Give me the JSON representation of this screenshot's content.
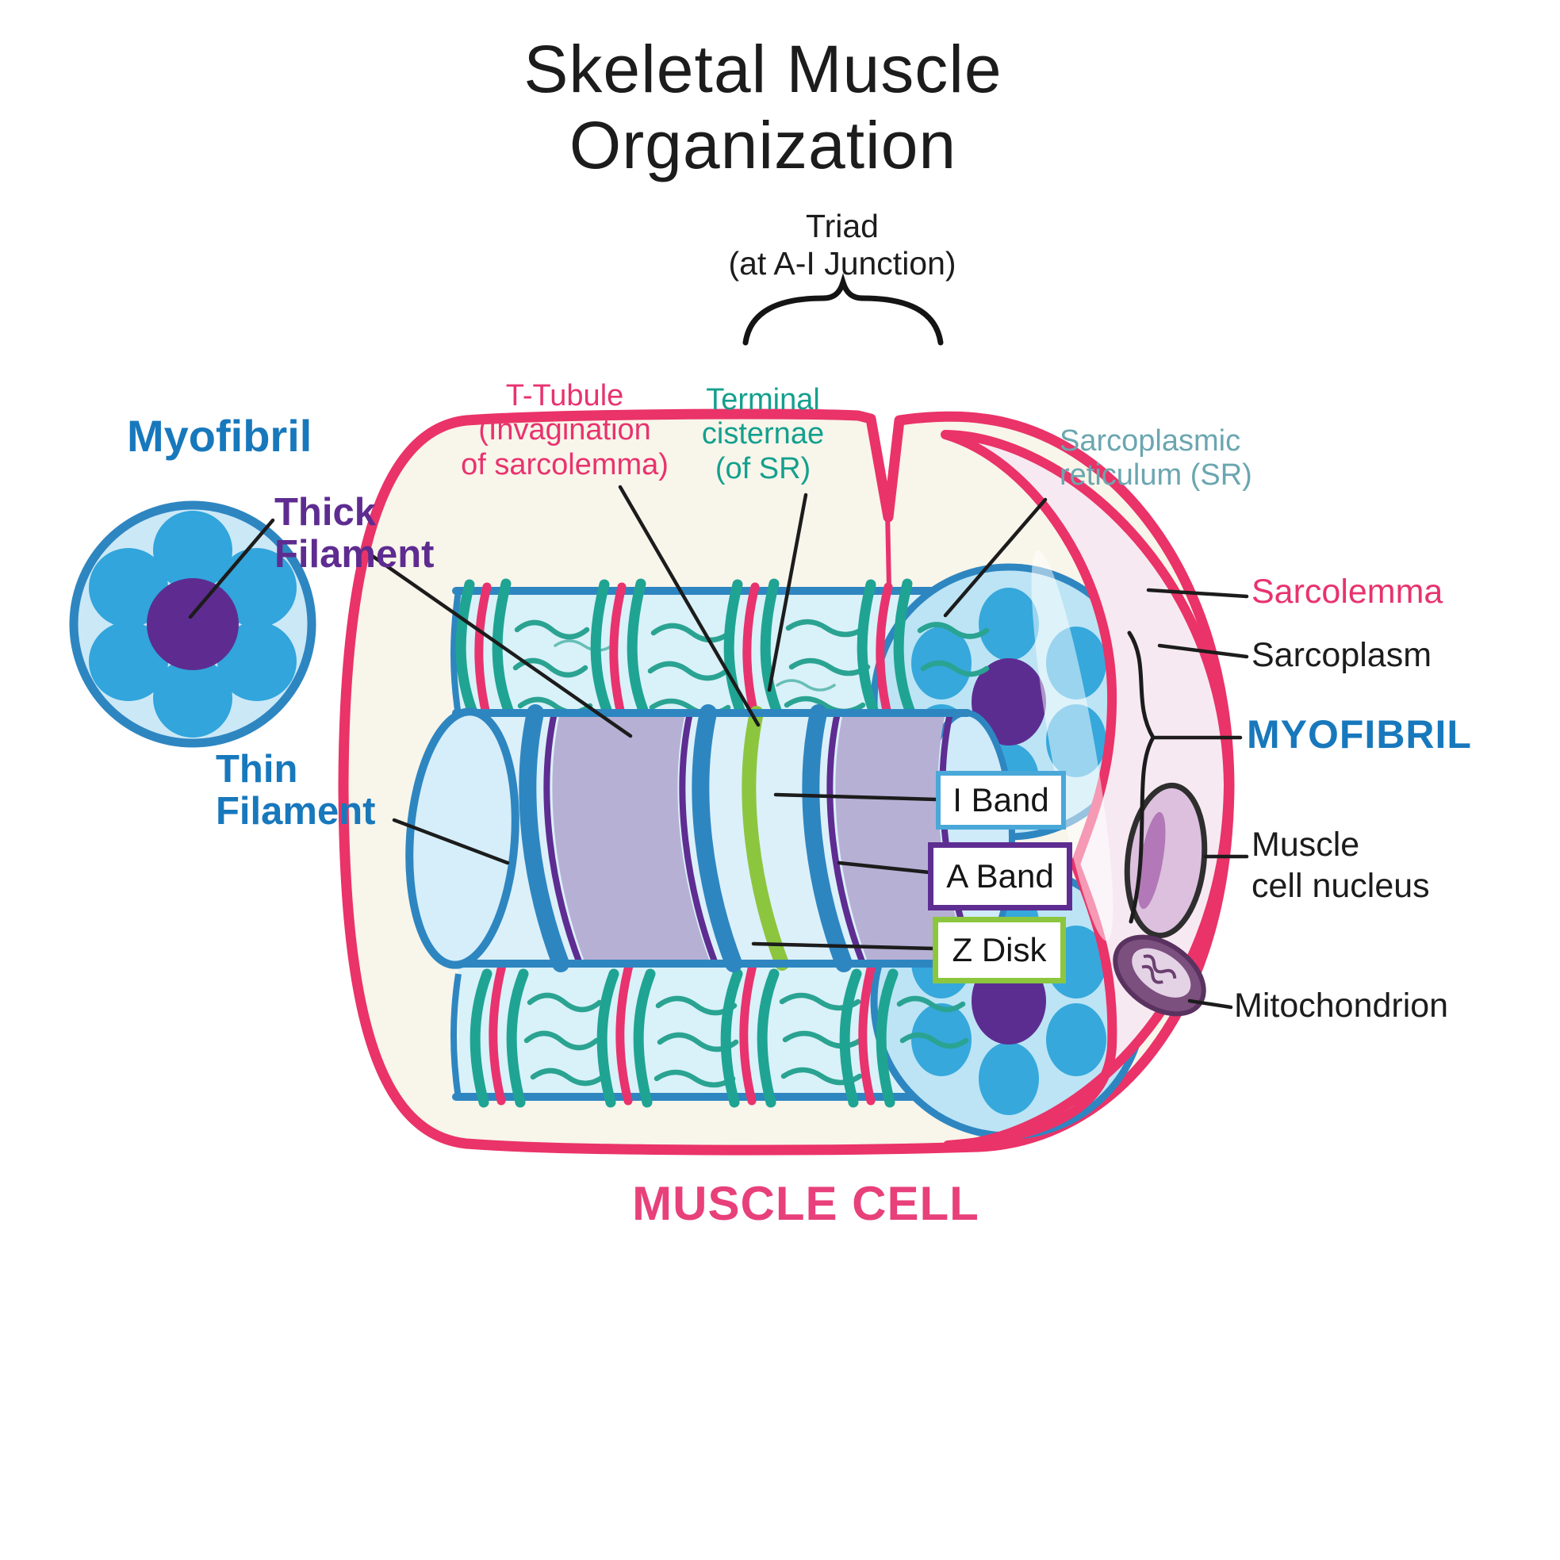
{
  "title": "Skeletal Muscle Organization",
  "triad": {
    "label": "Triad\n(at A-I Junction)"
  },
  "tubule_labels": {
    "t_tubule": "T-Tubule\n(Invagination\nof sarcolemma)",
    "terminal_cisternae": "Terminal\ncisternae\n(of SR)",
    "sarcoplasmic_reticulum": "Sarcoplasmic\nreticulum (SR)"
  },
  "inset": {
    "myofibril": "Myofibril",
    "thick_filament": "Thick\nFilament",
    "thin_filament": "Thin\nFilament"
  },
  "cell_labels": {
    "sarcolemma": "Sarcolemma",
    "sarcoplasm": "Sarcoplasm",
    "myofibril": "MYOFIBRIL",
    "muscle_cell_nucleus": "Muscle\ncell nucleus",
    "mitochondrion": "Mitochondrion",
    "muscle_cell": "MUSCLE CELL"
  },
  "band_labels": {
    "i_band": "I Band",
    "a_band": "A Band",
    "z_disk": "Z Disk"
  },
  "colors": {
    "ink": "#1c1c1c",
    "t_tubule_pink": "#E8336E",
    "cisternae_teal": "#14A08E",
    "sr_muted_teal": "#6BA6B0",
    "label_blue": "#1878BC",
    "thick_purple": "#5E2C90",
    "sarcolemma_pink": "#E8336E",
    "muscle_cell_pink": "#E8407A",
    "i_band_border": "#4AA8D8",
    "a_band_border": "#5E2D91",
    "z_disk_green": "#8CC63E",
    "z_disk_border": "#8CC63E",
    "myofibril_blue": "#2E86C1",
    "cell_fill_cream": "#F8F5EA",
    "endcap_pink_fill": "#F7E9F2",
    "sr_wave_teal": "#2AA392",
    "a_band_fill": "#B7B0D5",
    "nucleus_fill": "#DCC0DE",
    "mitochondrion_fill": "#7B4F7E"
  }
}
